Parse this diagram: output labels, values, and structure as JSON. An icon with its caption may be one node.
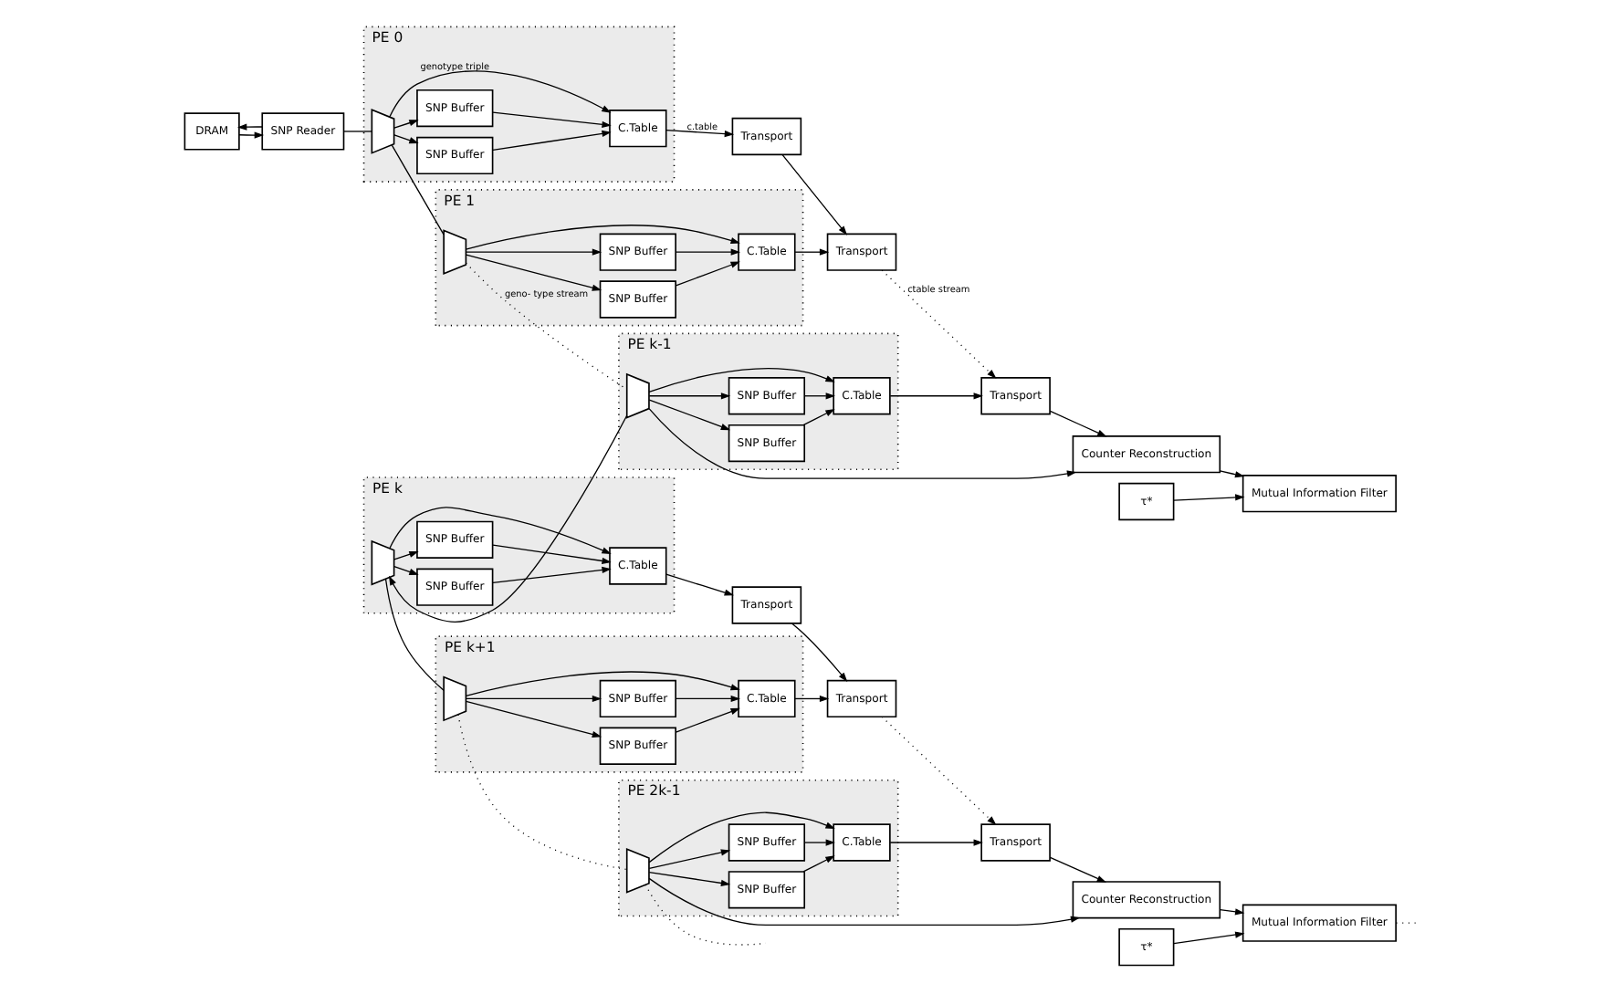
{
  "diagram": {
    "nodes": [
      {
        "text": [
          "DRAM"
        ]
      },
      {
        "text": [
          "SNP Reader"
        ]
      },
      {
        "text": [
          "PE 0"
        ]
      },
      {
        "text": [],
        "shape": "trapezium",
        "in": 2
      },
      {
        "text": [
          "SNP Buffer"
        ],
        "in": 2
      },
      {
        "text": [
          "SNP Buffer"
        ],
        "in": 2
      },
      {
        "text": [
          "C.Table"
        ],
        "in": 2
      },
      {
        "text": [
          "Transport"
        ]
      },
      {
        "text": [
          "PE 1"
        ]
      },
      {
        "text": [],
        "shape": "trapezium",
        "in": 8
      },
      {
        "text": [
          "SNP Buffer"
        ],
        "in": 8
      },
      {
        "text": [
          "SNP Buffer"
        ],
        "in": 8
      },
      {
        "text": [
          "C.Table"
        ],
        "in": 8
      },
      {
        "text": [
          "Transport"
        ]
      },
      {
        "text": [
          "PE k-1"
        ]
      },
      {
        "text": [],
        "shape": "trapezium",
        "in": 14
      },
      {
        "text": [
          "SNP Buffer"
        ],
        "in": 14
      },
      {
        "text": [
          "SNP Buffer"
        ],
        "in": 14
      },
      {
        "text": [
          "C.Table"
        ],
        "in": 14
      },
      {
        "text": [
          "Transport"
        ]
      },
      {
        "text": [
          "Counter Reconstruction"
        ]
      },
      {
        "text": [
          "Mutual Information Filter"
        ]
      },
      {
        "text": [
          "τ*"
        ]
      },
      {
        "text": [
          "PE k"
        ]
      },
      {
        "text": [],
        "shape": "trapezium",
        "in": 23
      },
      {
        "text": [
          "SNP Buffer"
        ],
        "in": 23
      },
      {
        "text": [
          "SNP Buffer"
        ],
        "in": 23
      },
      {
        "text": [
          "C.Table"
        ],
        "in": 23
      },
      {
        "text": [
          "Transport"
        ]
      },
      {
        "text": [
          "PE k+1"
        ]
      },
      {
        "text": [],
        "shape": "trapezium",
        "in": 29
      },
      {
        "text": [
          "SNP Buffer"
        ],
        "in": 29
      },
      {
        "text": [
          "SNP Buffer"
        ],
        "in": 29
      },
      {
        "text": [
          "C.Table"
        ],
        "in": 29
      },
      {
        "text": [
          "Transport"
        ]
      },
      {
        "text": [
          "PE 2k-1"
        ]
      },
      {
        "text": [],
        "shape": "trapezium",
        "in": 35
      },
      {
        "text": [
          "SNP Buffer"
        ],
        "in": 35
      },
      {
        "text": [
          "SNP Buffer"
        ],
        "in": 35
      },
      {
        "text": [
          "C.Table"
        ],
        "in": 35
      },
      {
        "text": [
          "Transport"
        ]
      },
      {
        "text": [
          "Counter Reconstruction"
        ]
      },
      {
        "text": [
          "Mutual Information Filter"
        ]
      },
      {
        "text": [
          "τ*"
        ]
      }
    ],
    "edges": [
      {
        "from": 0,
        "to": 1,
        "arrow": "to"
      },
      {
        "from": 1,
        "to": 0,
        "arrow": "to"
      },
      {
        "from": 1,
        "to": 3,
        "arrow": "none"
      },
      {
        "from": 3,
        "to": 4,
        "arrow": "to"
      },
      {
        "from": 3,
        "to": 5,
        "arrow": "to"
      },
      {
        "from": 4,
        "to": 6,
        "arrow": "to"
      },
      {
        "from": 5,
        "to": 6,
        "arrow": "to"
      },
      {
        "from": 3,
        "to": 6,
        "label": "genotype triple",
        "arrow": "to"
      },
      {
        "from": 6,
        "to": 7,
        "label": "c.table",
        "arrow": "to"
      },
      {
        "from": 3,
        "to": 9,
        "arrow": "none"
      },
      {
        "from": 7,
        "to": 13,
        "arrow": "to"
      },
      {
        "from": 9,
        "to": 10,
        "arrow": "to"
      },
      {
        "from": 9,
        "to": 11,
        "arrow": "to"
      },
      {
        "from": 10,
        "to": 12,
        "arrow": "to"
      },
      {
        "from": 11,
        "to": 12,
        "arrow": "to"
      },
      {
        "from": 9,
        "to": 12,
        "arrow": "to"
      },
      {
        "from": 12,
        "to": 13,
        "arrow": "to"
      },
      {
        "from": 9,
        "to": 15,
        "label": "geno- type stream",
        "arrow": "none",
        "style": "dashed"
      },
      {
        "from": 13,
        "to": 19,
        "label": "ctable stream",
        "arrow": "to",
        "style": "dashed"
      },
      {
        "from": 15,
        "to": 16,
        "arrow": "to"
      },
      {
        "from": 15,
        "to": 17,
        "arrow": "to"
      },
      {
        "from": 16,
        "to": 18,
        "arrow": "to"
      },
      {
        "from": 17,
        "to": 18,
        "arrow": "to"
      },
      {
        "from": 15,
        "to": 18,
        "arrow": "to"
      },
      {
        "from": 18,
        "to": 19,
        "arrow": "to"
      },
      {
        "from": 15,
        "to": 20,
        "arrow": "to"
      },
      {
        "from": 19,
        "to": 20,
        "arrow": "to"
      },
      {
        "from": 20,
        "to": 21,
        "arrow": "to"
      },
      {
        "from": 22,
        "to": 21,
        "arrow": "to"
      },
      {
        "from": 15,
        "to": 24,
        "arrow": "to"
      },
      {
        "from": 24,
        "to": 25,
        "arrow": "to"
      },
      {
        "from": 24,
        "to": 26,
        "arrow": "to"
      },
      {
        "from": 25,
        "to": 27,
        "arrow": "to"
      },
      {
        "from": 26,
        "to": 27,
        "arrow": "to"
      },
      {
        "from": 24,
        "to": 27,
        "arrow": "to"
      },
      {
        "from": 27,
        "to": 28,
        "arrow": "to"
      },
      {
        "from": 24,
        "to": 30,
        "arrow": "none"
      },
      {
        "from": 28,
        "to": 34,
        "arrow": "to"
      },
      {
        "from": 30,
        "to": 31,
        "arrow": "to"
      },
      {
        "from": 30,
        "to": 32,
        "arrow": "to"
      },
      {
        "from": 31,
        "to": 33,
        "arrow": "to"
      },
      {
        "from": 32,
        "to": 33,
        "arrow": "to"
      },
      {
        "from": 30,
        "to": 33,
        "arrow": "to"
      },
      {
        "from": 33,
        "to": 34,
        "arrow": "to"
      },
      {
        "from": 30,
        "to": 36,
        "arrow": "none",
        "style": "dashed"
      },
      {
        "from": 34,
        "to": 40,
        "arrow": "to",
        "style": "dashed"
      },
      {
        "from": 36,
        "to": 37,
        "arrow": "to"
      },
      {
        "from": 36,
        "to": 38,
        "arrow": "to"
      },
      {
        "from": 37,
        "to": 39,
        "arrow": "to"
      },
      {
        "from": 38,
        "to": 39,
        "arrow": "to"
      },
      {
        "from": 36,
        "to": 39,
        "arrow": "to"
      },
      {
        "from": 39,
        "to": 40,
        "arrow": "to"
      },
      {
        "from": 36,
        "to": 41,
        "arrow": "to"
      },
      {
        "from": 40,
        "to": 41,
        "arrow": "to"
      },
      {
        "from": 41,
        "to": 42,
        "arrow": "to"
      },
      {
        "from": 43,
        "to": 42,
        "arrow": "to"
      },
      {
        "from": 36,
        "to": null,
        "arrow": "none",
        "style": "dashed"
      },
      {
        "from": 42,
        "to": null,
        "arrow": "none",
        "style": "dashed"
      }
    ]
  }
}
